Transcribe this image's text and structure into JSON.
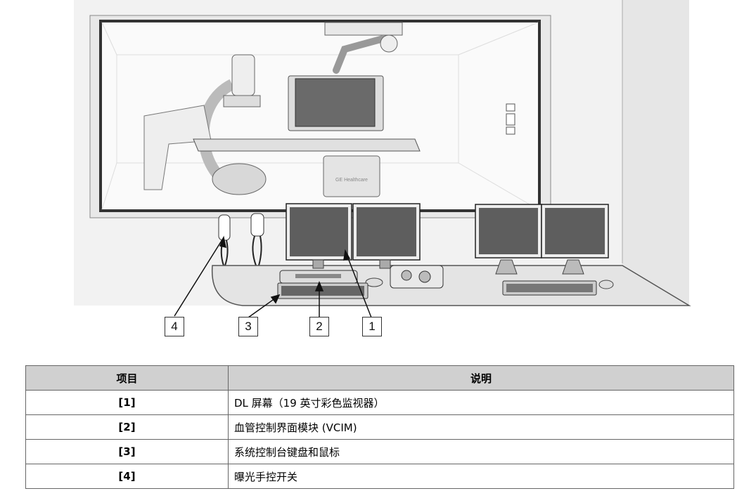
{
  "figure": {
    "device_brand": "GE Healthcare",
    "callouts": [
      {
        "id": "4"
      },
      {
        "id": "3"
      },
      {
        "id": "2"
      },
      {
        "id": "1"
      }
    ]
  },
  "legend": {
    "headers": {
      "item": "项目",
      "description": "说明"
    },
    "rows": [
      {
        "item": "[1]",
        "description": "DL 屏幕（19 英寸彩色监视器）"
      },
      {
        "item": "[2]",
        "description": "血管控制界面模块 (VCIM)"
      },
      {
        "item": "[3]",
        "description": "系统控制台键盘和鼠标"
      },
      {
        "item": "[4]",
        "description": "曝光手控开关"
      }
    ]
  }
}
